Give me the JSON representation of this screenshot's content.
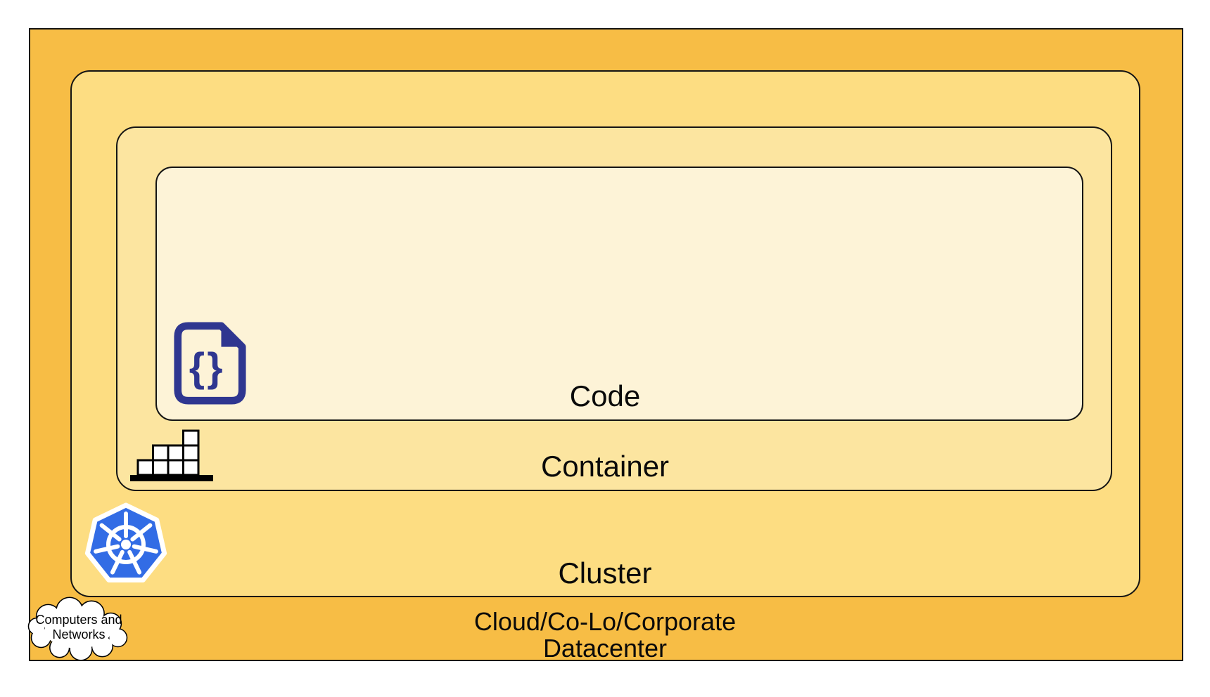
{
  "diagram": {
    "layers": [
      {
        "id": "code",
        "label": "Code",
        "fill": "#FDF3D7"
      },
      {
        "id": "container",
        "label": "Container",
        "fill": "#FCE5A0"
      },
      {
        "id": "cluster",
        "label": "Cluster",
        "fill": "#FDDD82"
      },
      {
        "id": "datacenter",
        "label_line1": "Cloud/Co-Lo/Corporate",
        "label_line2": "Datacenter",
        "fill": "#F7BD45"
      }
    ],
    "cloud_callout": {
      "line1": "Computers and",
      "line2": "Networks",
      "fill": "#FFFFFF",
      "outline": "#000000"
    },
    "icons": {
      "code_file": {
        "name": "code-file-icon",
        "glyph": "{}",
        "color": "#2F3690"
      },
      "container_blocks": {
        "name": "container-blocks-icon",
        "block_fill": "#FFFFFF",
        "outline": "#000000"
      },
      "kubernetes": {
        "name": "kubernetes-icon",
        "color": "#326CE5",
        "wheel_color": "#FFFFFF"
      }
    },
    "border_color": "#141414"
  }
}
